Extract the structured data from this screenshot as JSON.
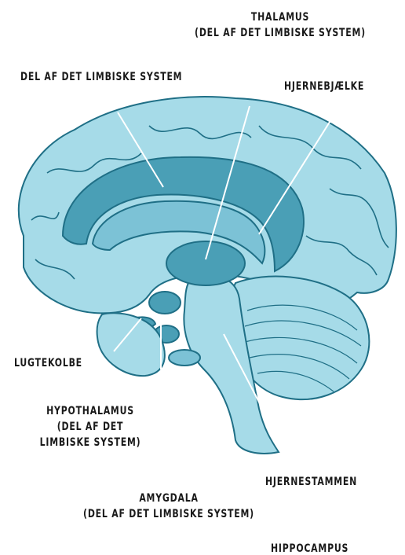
{
  "colors": {
    "brain_fill": "#a6dbe8",
    "brain_dark": "#4a9fb6",
    "brain_mid": "#7cc2d6",
    "outline": "#1f6f86",
    "leader_line": "#ffffff",
    "label_text": "#1a1a1a"
  },
  "labels": {
    "thalamus": {
      "line1": "THALAMUS",
      "line2": "(DEL AF DET LIMBISKE SYSTEM)"
    },
    "limbic": {
      "line1": "DEL AF DET LIMBISKE SYSTEM"
    },
    "corpus_callosum": {
      "line1": "HJERNEBJÆLKE"
    },
    "olfactory_bulb": {
      "line1": "LUGTEKOLBE"
    },
    "hypothalamus": {
      "line1": "HYPOTHALAMUS",
      "line2": "(DEL AF DET",
      "line3": "LIMBISKE SYSTEM)"
    },
    "brainstem": {
      "line1": "HJERNESTAMMEN"
    },
    "amygdala": {
      "line1": "AMYGDALA",
      "line2": "(DEL AF DET LIMBISKE SYSTEM)"
    },
    "hippocampus": {
      "line1": "HIPPOCAMPUS"
    }
  }
}
